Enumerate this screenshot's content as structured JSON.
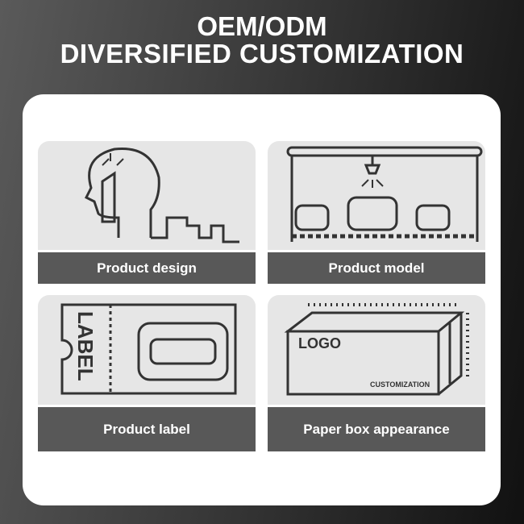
{
  "title": {
    "line1": "OEM/ODM",
    "line2": "DIVERSIFIED CUSTOMIZATION"
  },
  "tiles": [
    {
      "label": "Product design",
      "icon": "head-pencil-icon"
    },
    {
      "label": "Product model",
      "icon": "production-line-icon"
    },
    {
      "label": "Product label",
      "icon": "label-tag-icon",
      "art_text": "LABEL"
    },
    {
      "label": "Paper box appearance",
      "icon": "paper-box-icon",
      "art_text": [
        "LOGO",
        "CUSTOMIZATION"
      ]
    }
  ]
}
